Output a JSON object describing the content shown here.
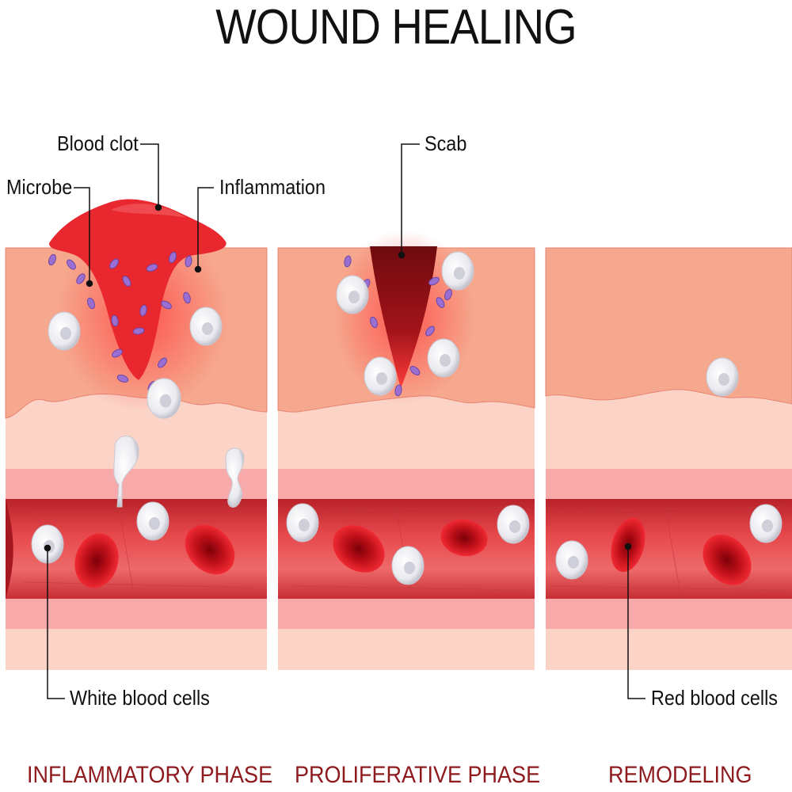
{
  "title": "WOUND HEALING",
  "labels": {
    "blood_clot": "Blood clot",
    "microbe": "Microbe",
    "inflammation": "Inflammation",
    "scab": "Scab",
    "white_blood_cells": "White blood cells",
    "red_blood_cells": "Red blood cells"
  },
  "phases": [
    "INFLAMMATORY PHASE",
    "PROLIFERATIVE PHASE",
    "REMODELING"
  ],
  "colors": {
    "epidermis": "#f6a88e",
    "dermis": "#fcd3c7",
    "vessel_wall": "#f7aaa9",
    "vessel_lumen": "#e3454a",
    "clot": "#e8272e",
    "scab": "#8a1116",
    "microbe": "#9b6fd2",
    "phase_text": "#8e1a1e"
  }
}
